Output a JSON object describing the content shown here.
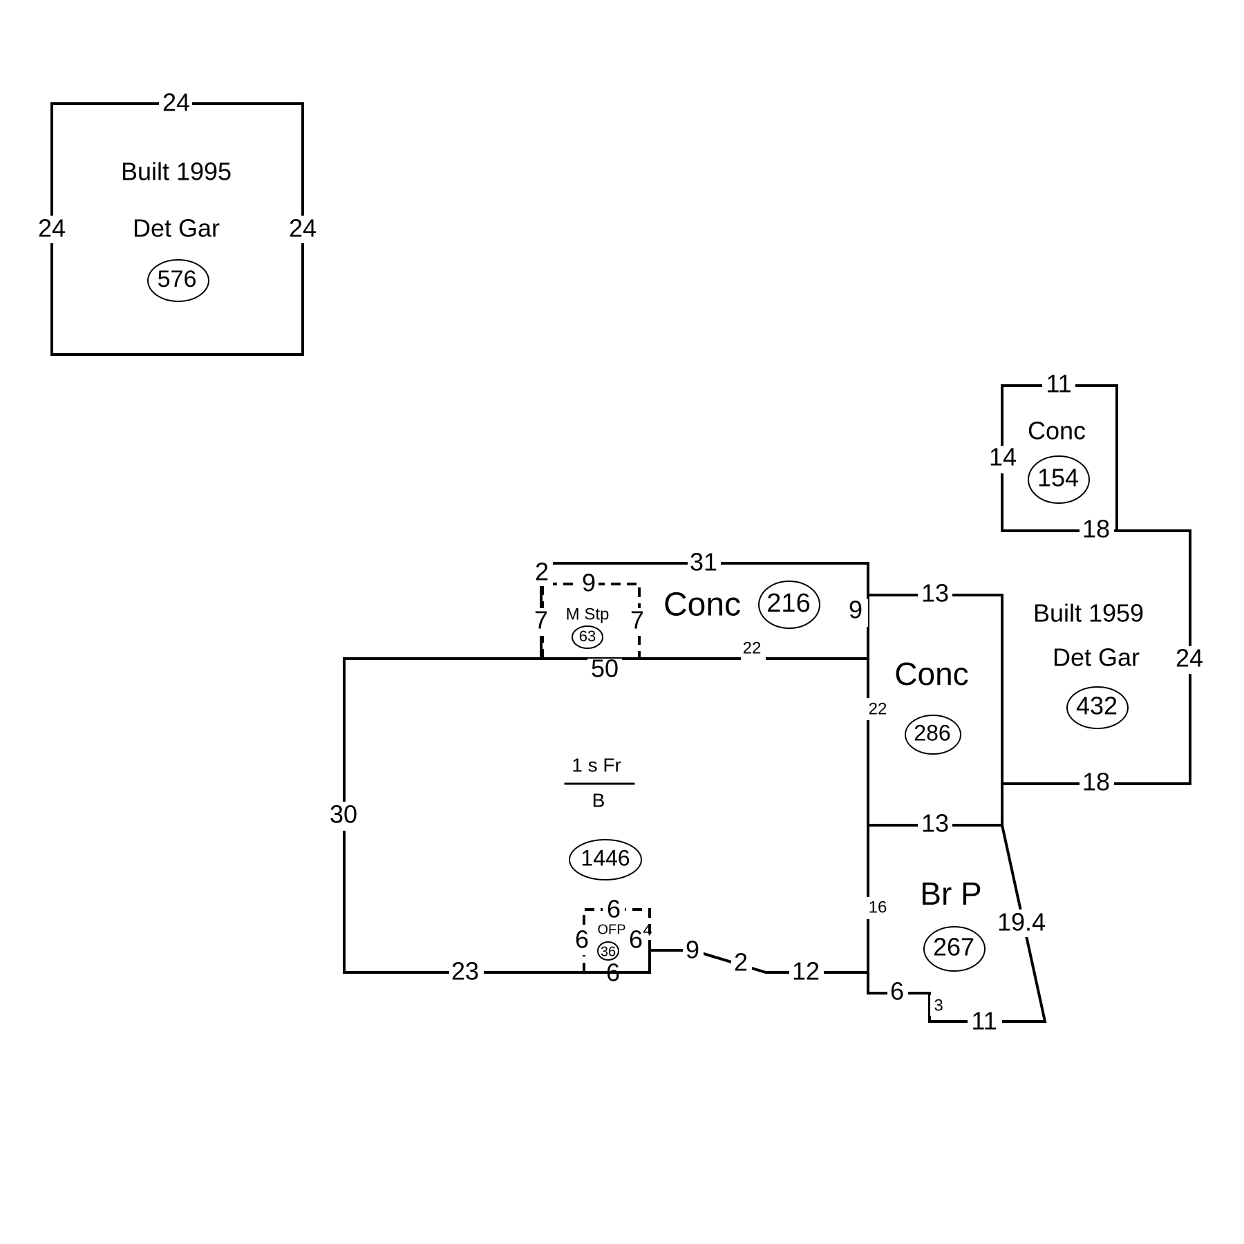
{
  "structures": {
    "det_gar_1995": {
      "built": "Built 1995",
      "type": "Det Gar",
      "area": "576",
      "dims": {
        "top": "24",
        "left": "24",
        "right": "24"
      }
    },
    "house": {
      "type": "1 s Fr",
      "sub": "B",
      "area": "1446",
      "dims": {
        "left": "30",
        "top": "50",
        "top_right": "22",
        "bottom_left": "23",
        "b1": "9",
        "b2": "2",
        "b3": "12",
        "right": "22",
        "right_lower": "16"
      }
    },
    "m_stp": {
      "type": "M Stp",
      "area": "63",
      "dims": {
        "top": "9",
        "left": "7",
        "right": "7",
        "corner": "2"
      }
    },
    "ofp": {
      "type": "OFP",
      "area": "36",
      "dims": {
        "top": "6",
        "left": "6",
        "right": "6",
        "bottom": "6",
        "ext": "4"
      }
    },
    "conc_216": {
      "type": "Conc",
      "area": "216",
      "dims": {
        "top": "31",
        "right": "9"
      }
    },
    "conc_286": {
      "type": "Conc",
      "area": "286",
      "dims": {
        "top": "13",
        "bottom": "13"
      }
    },
    "conc_154": {
      "type": "Conc",
      "area": "154",
      "dims": {
        "top": "11",
        "left": "14"
      }
    },
    "det_gar_1959": {
      "built": "Built 1959",
      "type": "Det Gar",
      "area": "432",
      "dims": {
        "top": "18",
        "right": "24",
        "bottom": "18"
      }
    },
    "br_p": {
      "type": "Br P",
      "area": "267",
      "dims": {
        "diag": "19.4",
        "b1": "6",
        "b2": "3",
        "b3": "11"
      }
    }
  }
}
